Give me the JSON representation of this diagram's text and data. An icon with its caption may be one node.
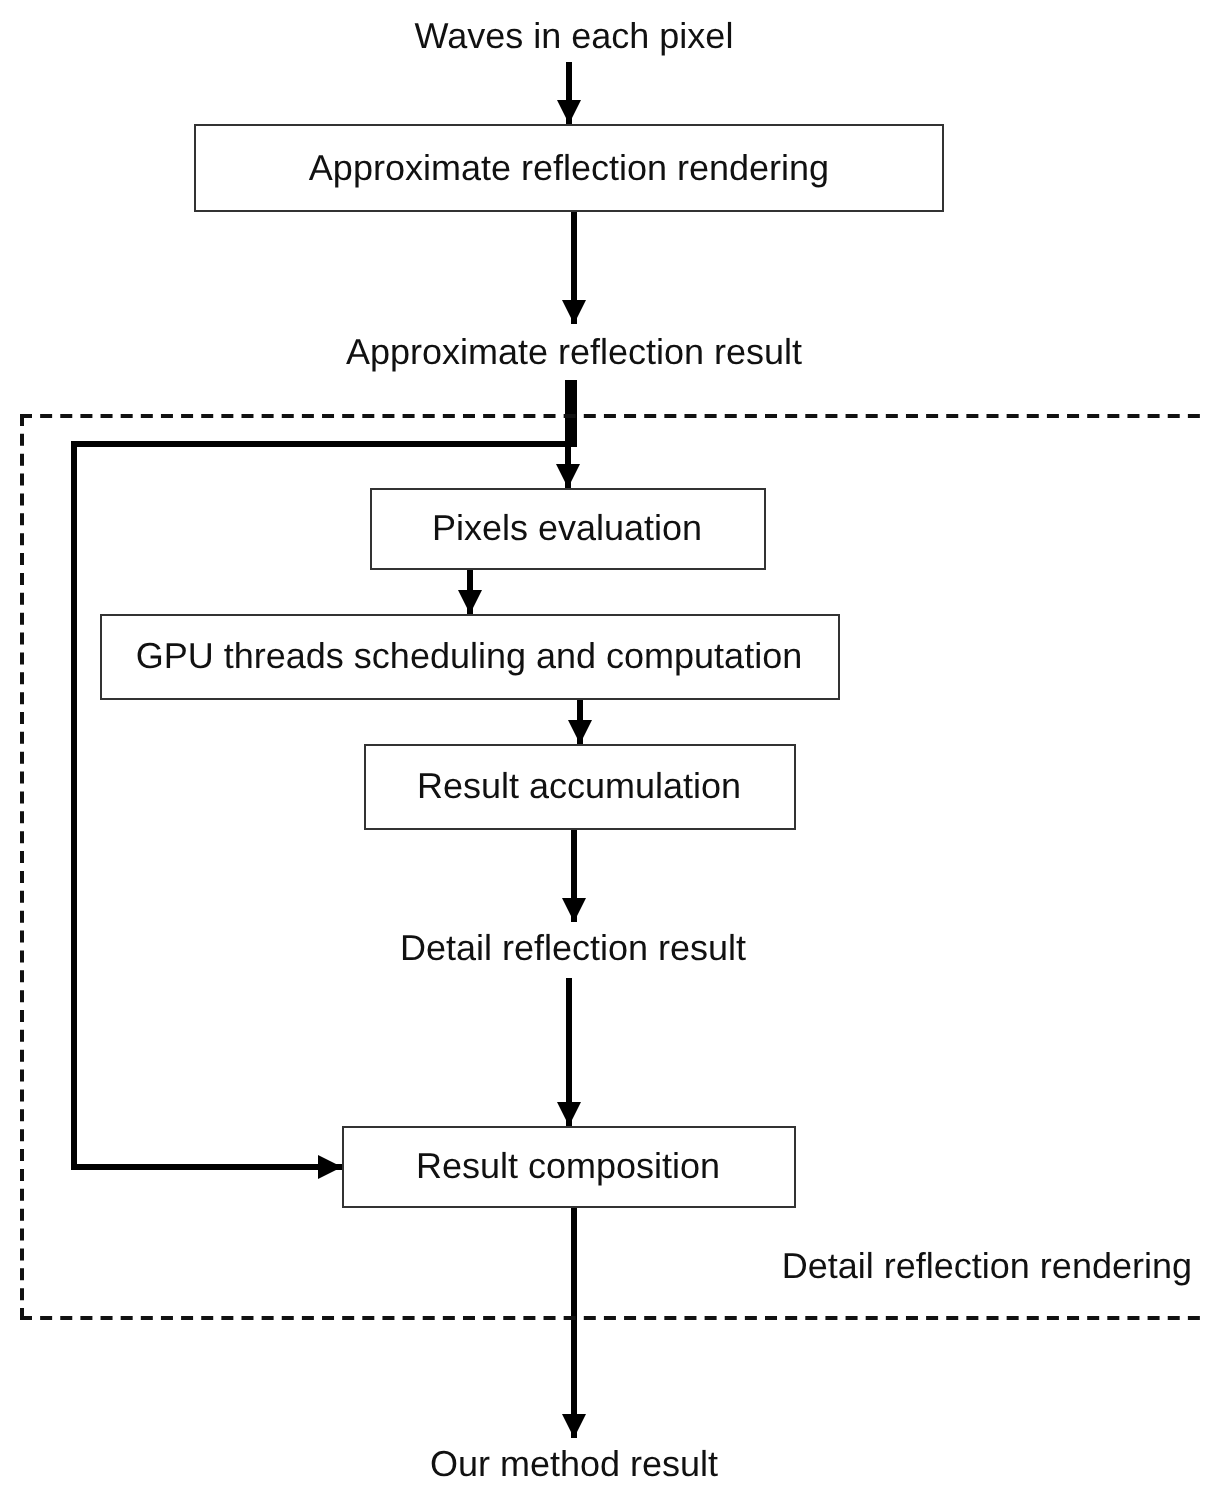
{
  "diagram": {
    "nodes": [
      {
        "text": [
          "Waves in each pixel"
        ]
      },
      {
        "text": [
          "Approximate reflection rendering"
        ]
      },
      {
        "text": [
          "Approximate reflection result"
        ]
      },
      {
        "text": [
          "Detail reflection rendering"
        ]
      },
      {
        "text": [
          "Pixels evaluation"
        ],
        "in": 3
      },
      {
        "text": [
          "GPU threads scheduling and computation"
        ],
        "in": 3
      },
      {
        "text": [
          "Result accumulation"
        ],
        "in": 3
      },
      {
        "text": [
          "Detail reflection result"
        ],
        "in": 3
      },
      {
        "text": [
          "Result composition"
        ],
        "in": 3
      },
      {
        "text": [
          "Our method result"
        ]
      }
    ],
    "edges": [
      {
        "from": 0,
        "to": 1,
        "arrow": "to"
      },
      {
        "from": 1,
        "to": 2,
        "arrow": "to"
      },
      {
        "from": 2,
        "to": 4,
        "arrow": "to"
      },
      {
        "from": 2,
        "to": 8,
        "arrow": "to"
      },
      {
        "from": 4,
        "to": 5,
        "arrow": "to"
      },
      {
        "from": 5,
        "to": 6,
        "arrow": "to"
      },
      {
        "from": 6,
        "to": 7,
        "arrow": "to"
      },
      {
        "from": 7,
        "to": 8,
        "arrow": "to"
      },
      {
        "from": 8,
        "to": 9,
        "arrow": "to"
      }
    ]
  }
}
